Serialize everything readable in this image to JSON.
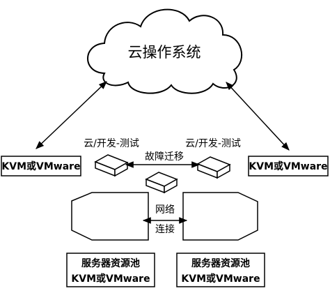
{
  "cloud": {
    "label": "云操作系统"
  },
  "left_host": {
    "label": "KVM或VMware"
  },
  "right_host": {
    "label": "KVM或VMware"
  },
  "vm_left": {
    "label": "云/开发-测试"
  },
  "vm_right": {
    "label": "云/开发-测试"
  },
  "migration": {
    "label": "故障迁移"
  },
  "network": {
    "line1": "网络",
    "line2": "连接"
  },
  "pool_left": {
    "line1": "服务器资源池",
    "line2": "KVM或VMware"
  },
  "pool_right": {
    "line1": "服务器资源池",
    "line2": "KVM或VMware"
  }
}
